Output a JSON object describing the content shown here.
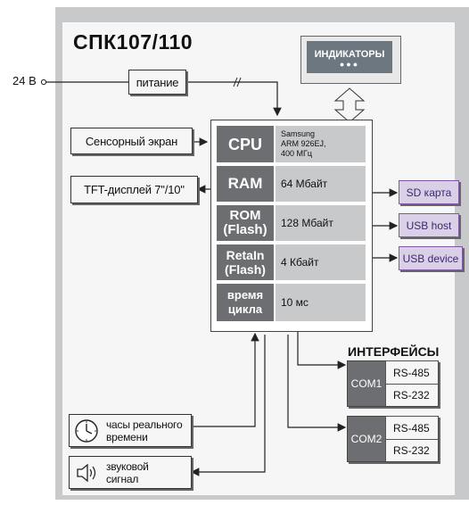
{
  "title": "СПК107/110",
  "power": {
    "voltage": "24 В",
    "label": "питание"
  },
  "indicators": {
    "label": "ИНДИКАТОРЫ",
    "dots": "●●●"
  },
  "inputs": {
    "touchscreen": "Сенсорный экран",
    "tft": "TFT-дисплей 7''/10''"
  },
  "cpu_rows": [
    {
      "name": "CPU",
      "value": "Samsung\nARM 926EJ,\n400 МГц"
    },
    {
      "name": "RAM",
      "value": "64 Мбайт"
    },
    {
      "name": "ROM\n(Flash)",
      "value": "128 Мбайт"
    },
    {
      "name": "RetaIn\n(Flash)",
      "value": "4 Кбайт"
    },
    {
      "name": "время\nцикла",
      "value": "10 мс"
    }
  ],
  "outputs": [
    "SD карта",
    "USB host",
    "USB device"
  ],
  "interfaces": {
    "title": "ИНТЕРФЕЙСЫ",
    "ports": [
      {
        "name": "COM1",
        "lines": [
          "RS-485",
          "RS-232"
        ]
      },
      {
        "name": "COM2",
        "lines": [
          "RS-485",
          "RS-232"
        ]
      }
    ]
  },
  "peripherals": {
    "clock": "часы реального\nвремени",
    "sound": "звуковой\nсигнал"
  }
}
